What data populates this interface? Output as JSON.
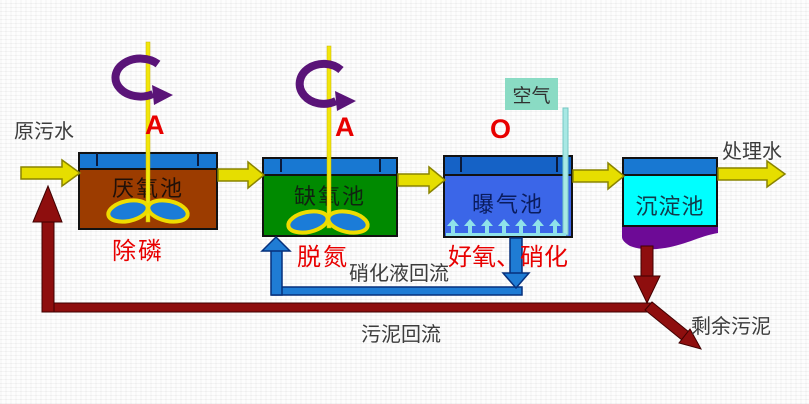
{
  "labels": {
    "influent": "原污水",
    "effluent": "处理水",
    "air": "空气",
    "nitrified_return": "硝化液回流",
    "sludge_return": "污泥回流",
    "excess_sludge": "剩余污泥"
  },
  "tanks": [
    {
      "name": "厌氧池",
      "stage": "A",
      "function": "除磷"
    },
    {
      "name": "缺氧池",
      "stage": "A",
      "function": "脱氮"
    },
    {
      "name": "曝气池",
      "stage": "O",
      "function": "好氧、硝化"
    },
    {
      "name": "沉淀池",
      "stage": "",
      "function": ""
    }
  ],
  "colors": {
    "anaerobic_tank": "#9c3c00",
    "anoxic_tank": "#008a00",
    "aeration_tank": "#3b66e8",
    "sedimentation_tank": "#00ffff",
    "sludge_zone": "#6d0a96",
    "tank_top_band": "#1878d2",
    "flow_arrow": "#e6de00",
    "nitrified_return_pipe": "#1f7cd4",
    "sludge_return_pipe": "#8e0e0e",
    "stirrer_shaft": "#f2e60a",
    "rotation_arrow": "#5a1478",
    "air_box": "#8adbc4",
    "air_pipe": "#a8e8e4",
    "stage_label": "#e80000"
  }
}
